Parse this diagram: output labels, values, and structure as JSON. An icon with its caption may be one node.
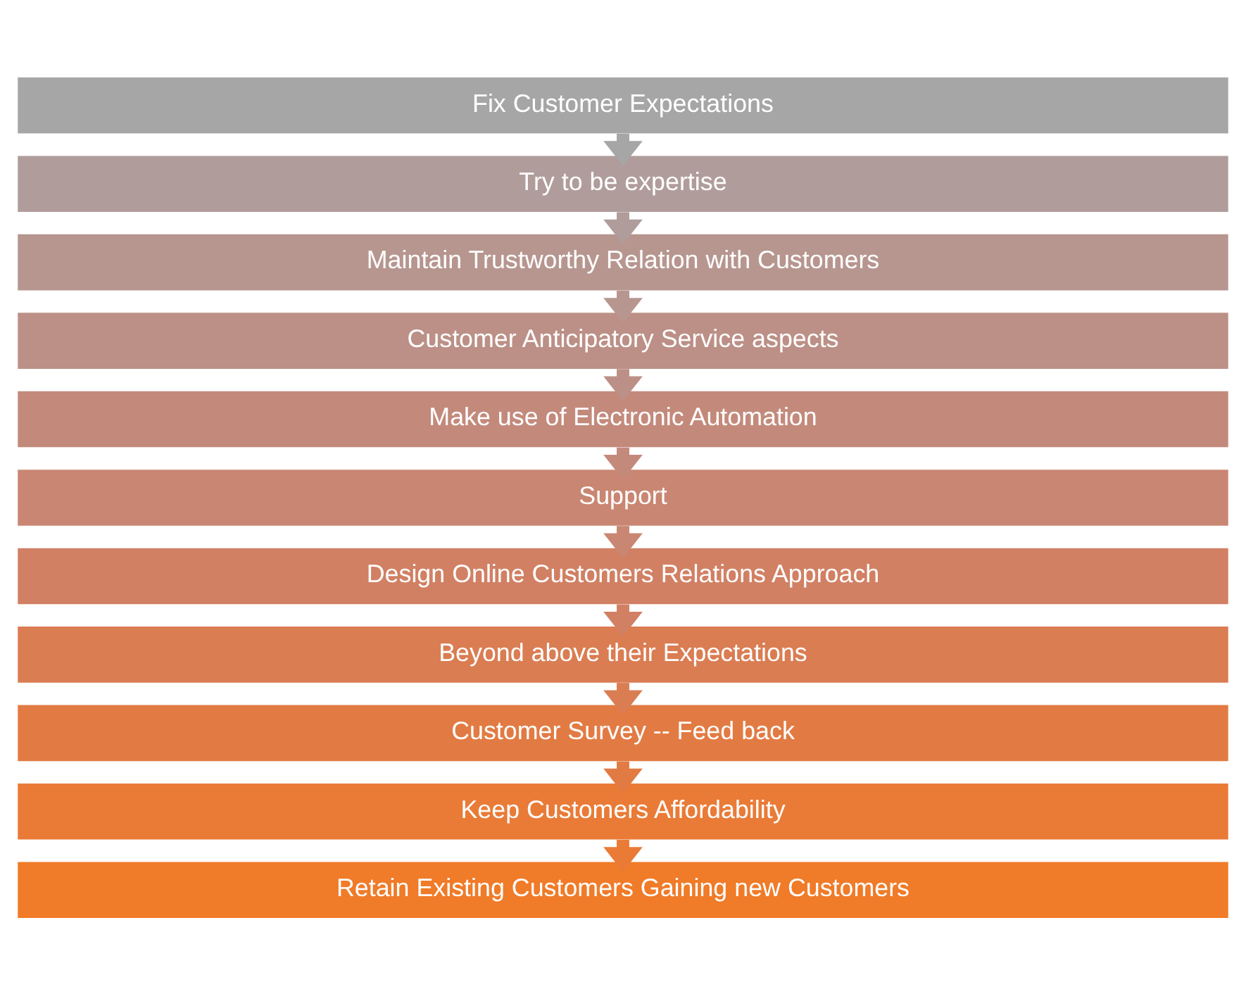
{
  "diagram": {
    "nodes": [
      {
        "text": [
          "Fix Customer Expectations"
        ]
      },
      {
        "text": [
          "Try to be expertise"
        ]
      },
      {
        "text": [
          "Maintain Trustworthy Relation with Customers"
        ]
      },
      {
        "text": [
          "Customer Anticipatory Service aspects"
        ]
      },
      {
        "text": [
          "Make use of Electronic Automation"
        ]
      },
      {
        "text": [
          "Support"
        ]
      },
      {
        "text": [
          "Design Online Customers Relations Approach"
        ]
      },
      {
        "text": [
          "Beyond above their Expectations"
        ]
      },
      {
        "text": [
          "Customer Survey -- Feed back"
        ]
      },
      {
        "text": [
          "Keep Customers Affordability"
        ]
      },
      {
        "text": [
          "Retain Existing Customers Gaining new Customers"
        ]
      }
    ],
    "edges": [
      {
        "from": 0,
        "to": 1,
        "arrow": "to",
        "color": "#a6a6a6"
      },
      {
        "from": 1,
        "to": 2,
        "arrow": "to",
        "color": "#b09d9b"
      },
      {
        "from": 2,
        "to": 3,
        "arrow": "to",
        "color": "#b79690"
      },
      {
        "from": 3,
        "to": 4,
        "arrow": "to",
        "color": "#bc9087"
      },
      {
        "from": 4,
        "to": 5,
        "arrow": "to",
        "color": "#c38a7c"
      },
      {
        "from": 5,
        "to": 6,
        "arrow": "to",
        "color": "#c98672"
      },
      {
        "from": 6,
        "to": 7,
        "arrow": "to",
        "color": "#d18064"
      },
      {
        "from": 7,
        "to": 8,
        "arrow": "to",
        "color": "#da7d52"
      },
      {
        "from": 8,
        "to": 9,
        "arrow": "to",
        "color": "#e27b43"
      },
      {
        "from": 9,
        "to": 10,
        "arrow": "to",
        "color": "#e97b37"
      }
    ]
  }
}
